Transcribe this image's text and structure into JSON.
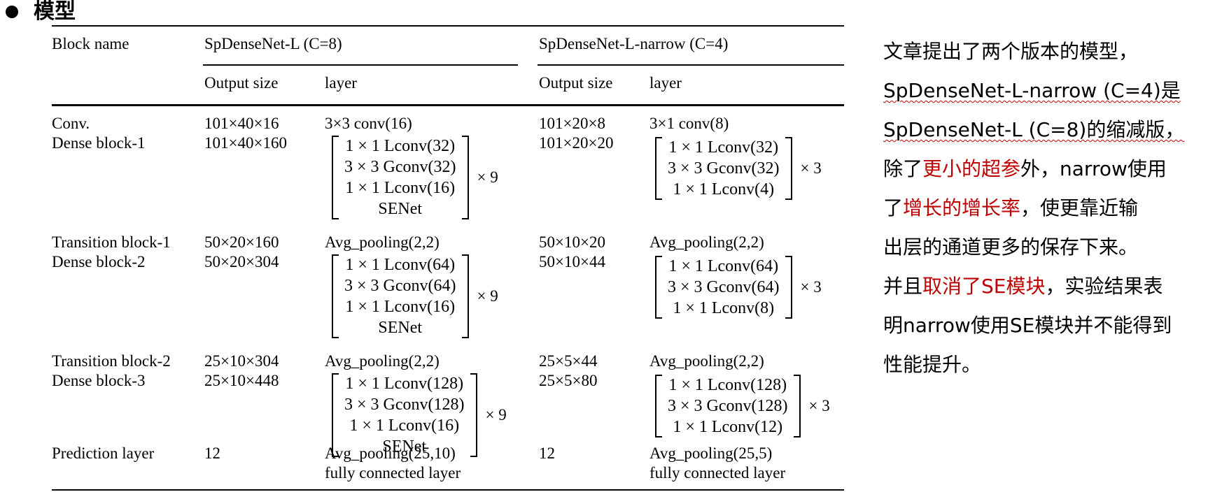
{
  "heading": "模型",
  "table": {
    "header": {
      "block_name": "Block name",
      "group_wide": "SpDenseNet-L (C=8)",
      "group_narrow": "SpDenseNet-L-narrow (C=4)",
      "output_size": "Output size",
      "layer": "layer"
    },
    "rows": {
      "conv": {
        "name": "Conv.",
        "wide_size": "101×40×16",
        "wide_layer": "3×3 conv(16)",
        "narrow_size": "101×20×8",
        "narrow_layer": "3×1 conv(8)"
      },
      "dense1": {
        "name": "Dense block-1",
        "wide_size": "101×40×160",
        "narrow_size": "101×20×20",
        "wide_lines": [
          "1 × 1 Lconv(32)",
          "3 × 3 Gconv(32)",
          "1 × 1 Lconv(16)",
          "SENet"
        ],
        "wide_mult": "× 9",
        "narrow_lines": [
          "1 × 1 Lconv(32)",
          "3 × 3 Gconv(32)",
          "1 × 1 Lconv(4)"
        ],
        "narrow_mult": "× 3"
      },
      "trans1": {
        "name": "Transition block-1",
        "wide_size": "50×20×160",
        "wide_layer": "Avg_pooling(2,2)",
        "narrow_size": "50×10×20",
        "narrow_layer": "Avg_pooling(2,2)"
      },
      "dense2": {
        "name": "Dense block-2",
        "wide_size": "50×20×304",
        "narrow_size": "50×10×44",
        "wide_lines": [
          "1 × 1 Lconv(64)",
          "3 × 3 Gconv(64)",
          "1 × 1 Lconv(16)",
          "SENet"
        ],
        "wide_mult": "× 9",
        "narrow_lines": [
          "1 × 1 Lconv(64)",
          "3 × 3 Gconv(64)",
          "1 × 1 Lconv(8)"
        ],
        "narrow_mult": "× 3"
      },
      "trans2": {
        "name": "Transition block-2",
        "wide_size": "25×10×304",
        "wide_layer": "Avg_pooling(2,2)",
        "narrow_size": "25×5×44",
        "narrow_layer": "Avg_pooling(2,2)"
      },
      "dense3": {
        "name": "Dense block-3",
        "wide_size": "25×10×448",
        "narrow_size": "25×5×80",
        "wide_lines": [
          "1 × 1 Lconv(128)",
          "3 × 3 Gconv(128)",
          "1 × 1 Lconv(16)",
          "SENet"
        ],
        "wide_mult": "× 9",
        "narrow_lines": [
          "1 × 1 Lconv(128)",
          "3 × 3 Gconv(128)",
          "1 × 1 Lconv(12)"
        ],
        "narrow_mult": "× 3"
      },
      "pred": {
        "name": "Prediction layer",
        "wide_size": "12",
        "wide_layer_1": "Avg_pooling(25,10)",
        "wide_layer_2": "fully connected layer",
        "narrow_size": "12",
        "narrow_layer_1": "Avg_pooling(25,5)",
        "narrow_layer_2": "fully connected layer"
      }
    }
  },
  "description": {
    "lines": [
      [
        "文章提出了两个版本的模型，"
      ],
      [
        "SpDenseNet-L-narrow (C=4)是"
      ],
      [
        "SpDenseNet-L (C=8)的缩减版，"
      ],
      [
        "除了",
        "更小的超参",
        "外，narrow使用"
      ],
      [
        "了",
        "增长的增长率",
        "，使更靠近输"
      ],
      [
        "出层的通道更多的保存下来。"
      ],
      [
        "并且",
        "取消了SE模块",
        "，实验结果表"
      ],
      [
        "明narrow使用SE模块并不能得到"
      ],
      [
        "性能提升。"
      ]
    ],
    "highlight_color": "#c00000"
  }
}
